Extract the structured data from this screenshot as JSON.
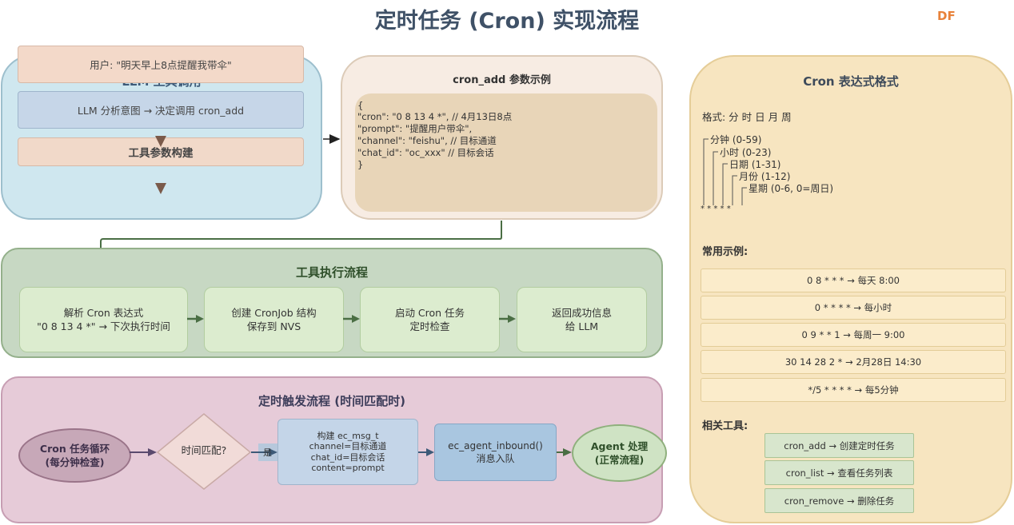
{
  "title": "定时任务 (Cron) 实现流程",
  "badge": "DF",
  "llm_panel": {
    "title": "LLM 工具调用",
    "user_box": "用户: \"明天早上8点提醒我带伞\"",
    "intent_box": "LLM 分析意图 → 决定调用 cron_add",
    "params_box": "工具参数构建"
  },
  "cron_add_panel": {
    "title": "cron_add 参数示例",
    "code_lines": [
      "{",
      "\"cron\": \"0 8 13 4 *\", // 4月13日8点",
      "\"prompt\": \"提醒用户带伞\",",
      "\"channel\": \"feishu\", // 目标通道",
      "\"chat_id\": \"oc_xxx\" // 目标会话",
      "}"
    ]
  },
  "format_panel": {
    "title": "Cron 表达式格式",
    "format_line": "格式: 分 时 日 月 周",
    "fields": [
      "分钟 (0-59)",
      "小时 (0-23)",
      "日期 (1-31)",
      "月份 (1-12)",
      "星期 (0-6, 0=周日)"
    ],
    "stars": "* * * * *",
    "examples_heading": "常用示例:",
    "examples": [
      "0 8 * * * → 每天 8:00",
      "0 * * * * → 每小时",
      "0 9 * * 1 → 每周一 9:00",
      "30 14 28 2 * → 2月28日 14:30",
      "*/5 * * * * → 每5分钟"
    ],
    "tools_heading": "相关工具:",
    "tools": [
      "cron_add → 创建定时任务",
      "cron_list → 查看任务列表",
      "cron_remove → 删除任务"
    ]
  },
  "exec_panel": {
    "title": "工具执行流程",
    "steps": [
      {
        "line1": "解析 Cron 表达式",
        "line2": "\"0 8 13 4 *\" → 下次执行时间"
      },
      {
        "line1": "创建 CronJob 结构",
        "line2": "保存到 NVS"
      },
      {
        "line1": "启动 Cron 任务",
        "line2": "定时检查"
      },
      {
        "line1": "返回成功信息",
        "line2": "给 LLM"
      }
    ]
  },
  "trigger_panel": {
    "title": "定时触发流程 (时间匹配时)",
    "loop": {
      "line1": "Cron 任务循环",
      "line2": "(每分钟检查)"
    },
    "decision": "时间匹配?",
    "build": {
      "lines": [
        "构建 ec_msg_t",
        "channel=目标通道",
        "chat_id=目标会话",
        "content=prompt"
      ],
      "tag": "是"
    },
    "inbound": {
      "line1": "ec_agent_inbound()",
      "line2": "消息入队"
    },
    "agent": {
      "line1": "Agent 处理",
      "line2": "(正常流程)"
    }
  }
}
